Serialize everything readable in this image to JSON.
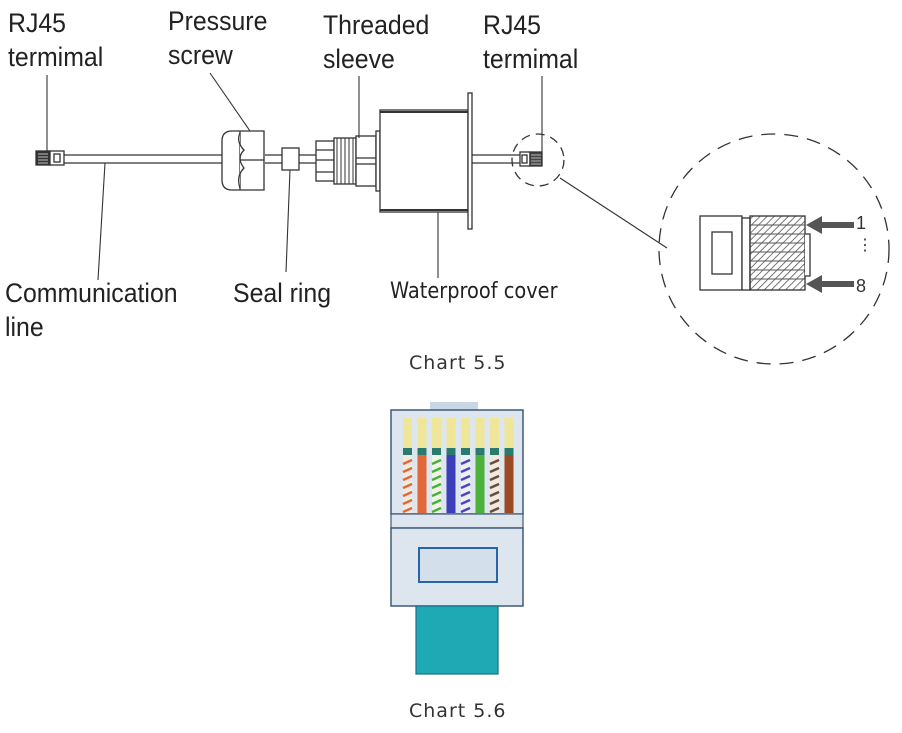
{
  "figure1": {
    "caption": "Chart 5.5",
    "labels": {
      "rj45_left_line1": "RJ45",
      "rj45_left_line2": "termimal",
      "pressure_screw_line1": "Pressure",
      "pressure_screw_line2": "screw",
      "threaded_sleeve_line1": "Threaded",
      "threaded_sleeve_line2": "sleeve",
      "rj45_right_line1": "RJ45",
      "rj45_right_line2": "termimal",
      "communication_line_line1": "Communication",
      "communication_line_line2": "line",
      "seal_ring": "Seal ring",
      "waterproof_cover": "Waterproof cover"
    },
    "detail_view": {
      "pin_first": "1",
      "pin_ellipsis": "⋮",
      "pin_last": "8"
    }
  },
  "figure2": {
    "caption": "Chart 5.6",
    "wire_colors": [
      {
        "name": "orange-white",
        "base": "#f4e9dc",
        "stripe": "#e06a3c"
      },
      {
        "name": "orange",
        "base": "#e0683a",
        "stripe": null
      },
      {
        "name": "green-white",
        "base": "#eef5e6",
        "stripe": "#4caf3c"
      },
      {
        "name": "blue",
        "base": "#3b3fb8",
        "stripe": null
      },
      {
        "name": "blue-white",
        "base": "#eceef8",
        "stripe": "#4a46b4"
      },
      {
        "name": "green",
        "base": "#4cb03a",
        "stripe": null
      },
      {
        "name": "brown-white",
        "base": "#efe9e1",
        "stripe": "#6a4a36"
      },
      {
        "name": "brown",
        "base": "#9a4a22",
        "stripe": null
      }
    ],
    "colors": {
      "connector_body": "#dde6ee",
      "connector_outline": "#3e5a78",
      "boot": "#1fa9b5",
      "contacts": "#eee79a",
      "contact_band": "#2b7a6e"
    }
  }
}
